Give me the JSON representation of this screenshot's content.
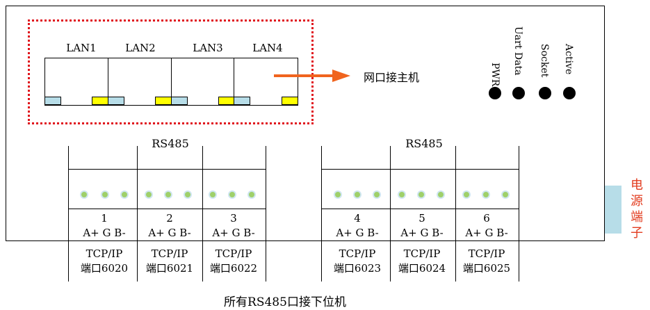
{
  "lan": {
    "ports": [
      {
        "label": "LAN1"
      },
      {
        "label": "LAN2"
      },
      {
        "label": "LAN3"
      },
      {
        "label": "LAN4"
      }
    ],
    "arrow_label": "网口接主机",
    "highlight_color": "#e0141c",
    "arrow_color": "#f0641e"
  },
  "leds": [
    {
      "label": "PWR"
    },
    {
      "label": "Uart Data"
    },
    {
      "label": "Socket"
    },
    {
      "label": "Active"
    }
  ],
  "rs485": {
    "groups": [
      {
        "title": "RS485",
        "ports": [
          {
            "number": "1",
            "pins": "A+ G B-",
            "proto": "TCP/IP",
            "port_text": "端口6020"
          },
          {
            "number": "2",
            "pins": "A+ G B-",
            "proto": "TCP/IP",
            "port_text": "端口6021"
          },
          {
            "number": "3",
            "pins": "A+ G B-",
            "proto": "TCP/IP",
            "port_text": "端口6022"
          }
        ]
      },
      {
        "title": "RS485",
        "ports": [
          {
            "number": "4",
            "pins": "A+ G B-",
            "proto": "TCP/IP",
            "port_text": "端口6023"
          },
          {
            "number": "5",
            "pins": "A+ G B-",
            "proto": "TCP/IP",
            "port_text": "端口6024"
          },
          {
            "number": "6",
            "pins": "A+ G B-",
            "proto": "TCP/IP",
            "port_text": "端口6025"
          }
        ]
      }
    ],
    "bottom_label": "所有RS485口接下位机"
  },
  "power": {
    "label": [
      "电",
      "源",
      "端",
      "子"
    ],
    "label_color": "#e23b1e",
    "terminal_color": "#b7dde8"
  }
}
